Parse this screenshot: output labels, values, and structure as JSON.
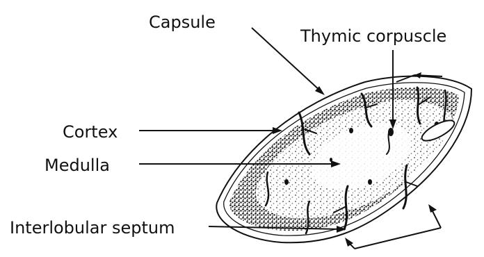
{
  "labels": {
    "capsule": "Capsule",
    "thymic_corpuscle": "Thymic corpuscle",
    "cortex": "Cortex",
    "medulla": "Medulla",
    "interlobular_septum": "Interlobular septum"
  },
  "colors": {
    "ink": "#111111",
    "background": "#ffffff"
  }
}
